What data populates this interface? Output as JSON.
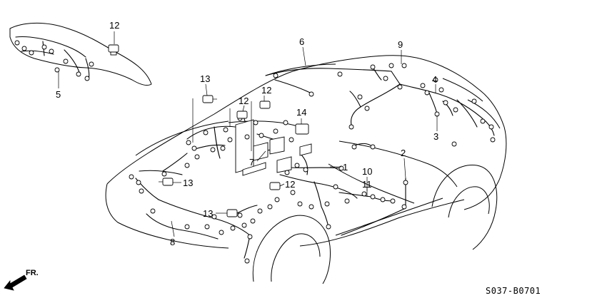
{
  "callouts": [
    {
      "id": "1",
      "label": "1"
    },
    {
      "id": "2",
      "label": "2"
    },
    {
      "id": "3",
      "label": "3"
    },
    {
      "id": "4",
      "label": "4"
    },
    {
      "id": "5",
      "label": "5"
    },
    {
      "id": "6",
      "label": "6"
    },
    {
      "id": "7",
      "label": "7"
    },
    {
      "id": "8",
      "label": "8"
    },
    {
      "id": "9",
      "label": "9"
    },
    {
      "id": "10",
      "label": "10"
    },
    {
      "id": "11",
      "label": "11"
    },
    {
      "id": "12a",
      "label": "12"
    },
    {
      "id": "12b",
      "label": "12"
    },
    {
      "id": "12c",
      "label": "12"
    },
    {
      "id": "12d",
      "label": "12"
    },
    {
      "id": "13a",
      "label": "13"
    },
    {
      "id": "13b",
      "label": "13"
    },
    {
      "id": "13c",
      "label": "13"
    },
    {
      "id": "14",
      "label": "14"
    }
  ],
  "direction_label": "FR.",
  "diagram_code": "S037-B0701"
}
